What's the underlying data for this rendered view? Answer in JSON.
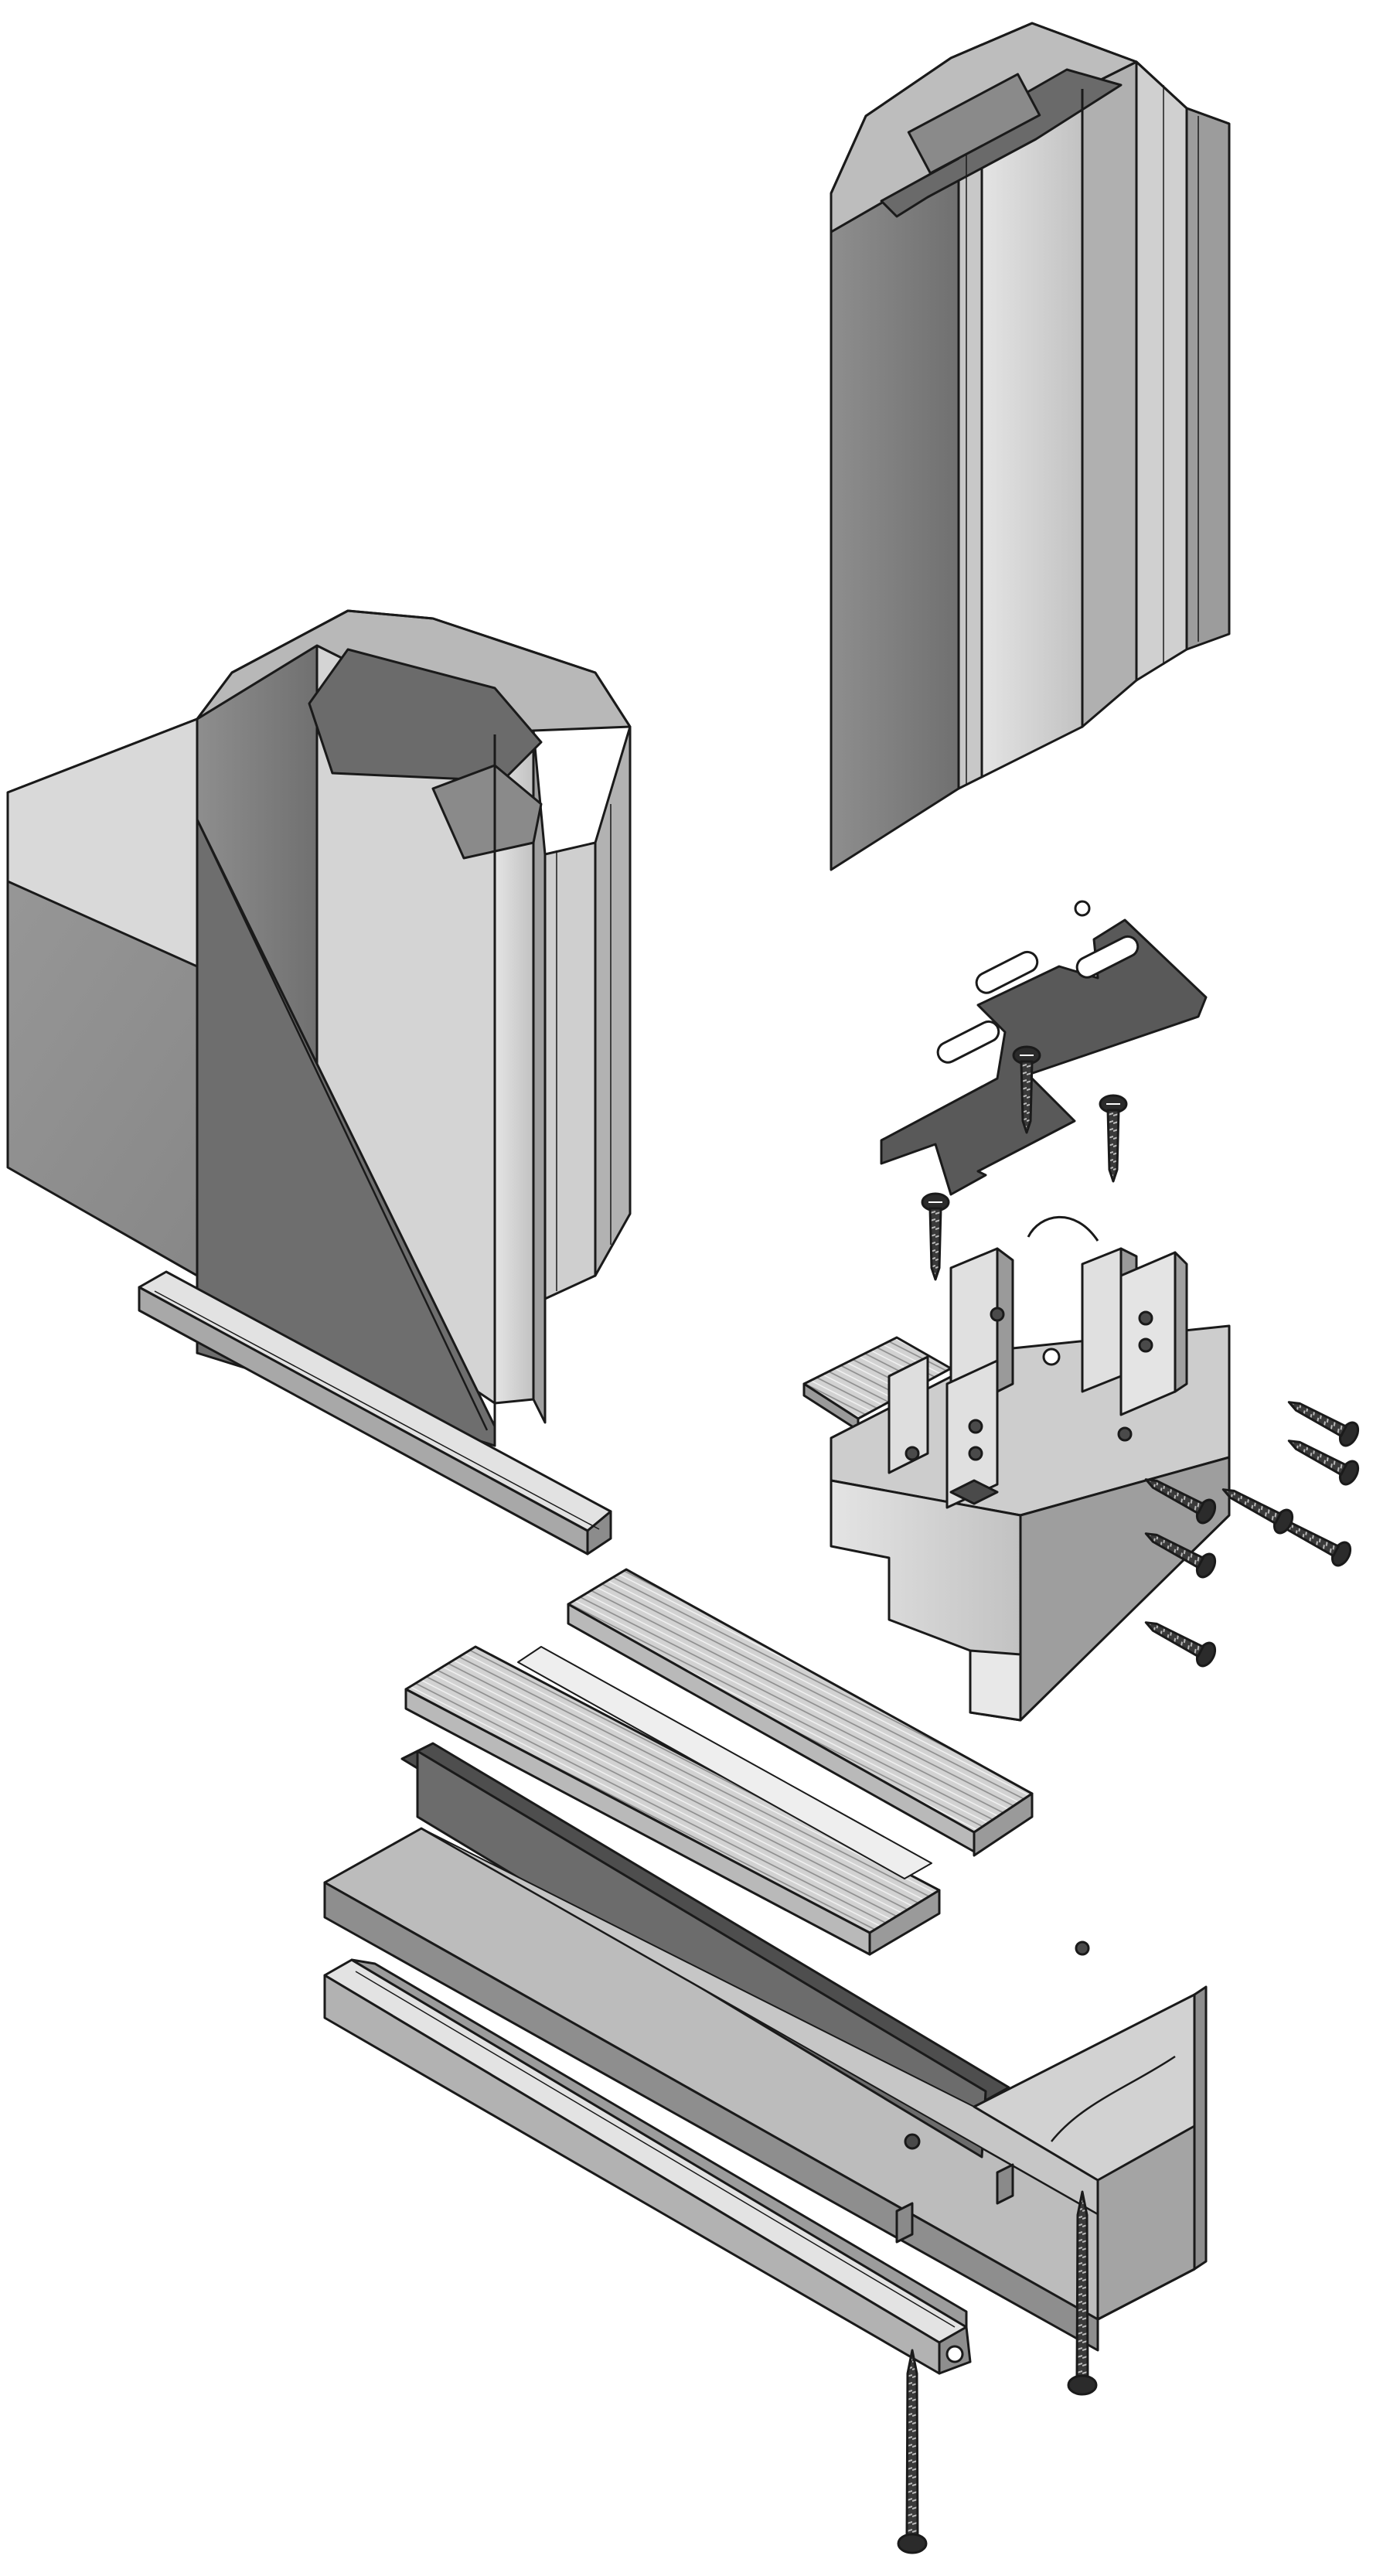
{
  "diagram": {
    "kind": "exploded-view",
    "parts": [
      {
        "id": "upper-frame-profile",
        "icon": "aluminium-profile"
      },
      {
        "id": "corner-mullion-profile",
        "icon": "aluminium-profile"
      },
      {
        "id": "glazing-bead-left",
        "icon": "bead-strip"
      },
      {
        "id": "connector-plate",
        "icon": "flat-bracket"
      },
      {
        "id": "corner-cleat-block",
        "icon": "cleat"
      },
      {
        "id": "threshold-cover-upper",
        "icon": "ribbed-strip"
      },
      {
        "id": "threshold-cover-lower",
        "icon": "ribbed-strip"
      },
      {
        "id": "sill-base-profile",
        "icon": "aluminium-profile"
      },
      {
        "id": "front-trim-rail",
        "icon": "rail"
      },
      {
        "id": "plate-screws",
        "count": 3,
        "icon": "screw"
      },
      {
        "id": "cleat-screws",
        "count": 7,
        "icon": "screw"
      },
      {
        "id": "long-anchor-screws",
        "count": 2,
        "icon": "long-screw"
      }
    ],
    "colors": {
      "outline": "#1a1a1a",
      "light": "#d6d6d6",
      "mid": "#b4b4b4",
      "dark": "#7c7c7c",
      "darkest": "#4a4a4a",
      "plate": "#5a5a5a",
      "background": "#ffffff"
    }
  }
}
